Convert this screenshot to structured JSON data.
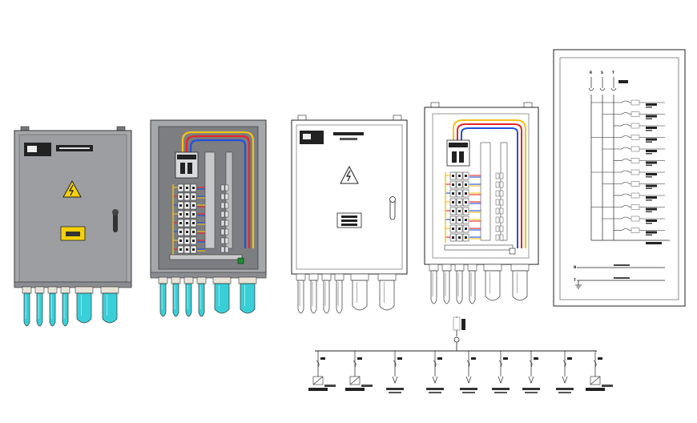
{
  "panels": {
    "closed_color": {
      "nameplate": "",
      "warning": "",
      "label": ""
    },
    "open_color": {},
    "closed_outline": {
      "nameplate": "",
      "warning": "",
      "label": ""
    },
    "open_outline": {}
  },
  "single_line": {
    "phases": [
      "R",
      "S",
      "T"
    ],
    "rows": 12,
    "neutral_label": "N",
    "ground_label": "T"
  },
  "distribution": {
    "feeders": [
      {
        "label": ""
      },
      {
        "label": ""
      },
      {
        "label": ""
      },
      {
        "label": ""
      },
      {
        "label": ""
      },
      {
        "label": ""
      },
      {
        "label": ""
      },
      {
        "label": ""
      },
      {
        "label": ""
      }
    ]
  },
  "colors": {
    "panel_grey": "#a5a7aa",
    "panel_dark": "#7c7e82",
    "conduit_cyan": "#39cfd8",
    "conduit_cream": "#f6e6c8",
    "wire_red": "#e3262b",
    "wire_blue": "#2450d8",
    "wire_yellow": "#f2c21a",
    "warning_yellow": "#f5d10a"
  }
}
